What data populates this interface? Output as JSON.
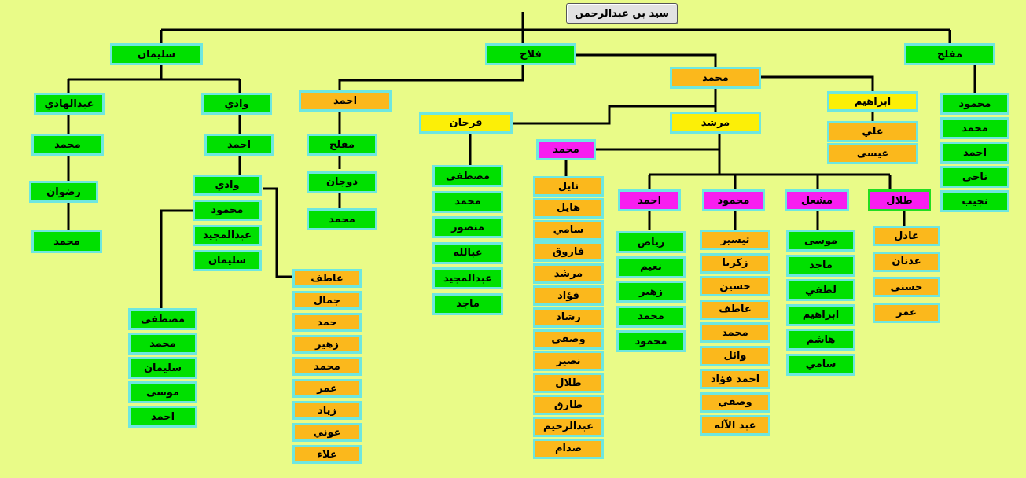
{
  "colors": {
    "background": "#e9fb88",
    "green": "#00e000",
    "orange": "#fbb81c",
    "yellow": "#fcef07",
    "magenta": "#f81df0",
    "border": "#6ee7e0"
  },
  "root": "سيد بن عبدالرحمن",
  "level1": {
    "sulaiman": "سليمان",
    "falah": "فلاح",
    "muflih": "مفلح"
  },
  "sulaiman_branch": {
    "abdulhadi": "عبدالهادي",
    "wadi": "وادي",
    "abdulhadi_line": [
      "محمد",
      "رضوان",
      "محمد"
    ],
    "wadi_son": "احمد",
    "ahmad_sons": [
      "وادي",
      "محمود",
      "عبدالمجيد",
      "سليمان"
    ],
    "mahmoud_sons": [
      "مصطفى",
      "محمد",
      "سليمان",
      "موسى",
      "احمد"
    ],
    "wadi2_sons": [
      "عاطف",
      "جمال",
      "حمد",
      "زهير",
      "محمد",
      "عمر",
      "زياد",
      "عوني",
      "علاء"
    ]
  },
  "falah_branch": {
    "ahmad": "احمد",
    "ahmad_line": [
      "مفلح",
      "دوجان",
      "محمد"
    ],
    "mohammad": "محمد",
    "farhan": "فرحان",
    "murshid": "مرشد",
    "ibrahim": "ابراهيم",
    "farhan_sons": [
      "مصطفى",
      "محمد",
      "منصور",
      "عبالله",
      "عبدالمجيد",
      "ماجد"
    ],
    "ibrahim_sons": [
      "علي",
      "عيسى"
    ],
    "murshid_sons": [
      "محمد",
      "احمد",
      "محمود",
      "مشعل",
      "طلال"
    ],
    "m_sons": [
      "نايل",
      "هايل",
      "سامي",
      "فاروق",
      "مرشد",
      "فؤاد",
      "رشاد",
      "وصفي",
      "نصير",
      "طلال",
      "طارق",
      "عبدالرحيم",
      "صدام"
    ],
    "a_sons": [
      "رياض",
      "نعيم",
      "زهير",
      "محمد",
      "محمود"
    ],
    "mah_sons": [
      "تيسير",
      "زكريا",
      "حسين",
      "عاطف",
      "محمد",
      "وائل",
      "احمد فؤاد",
      "وصفي",
      "عبد الآله"
    ],
    "mash_sons": [
      "موسى",
      "ماجد",
      "لطفي",
      "ابراهيم",
      "هاشم",
      "سامي"
    ],
    "talal_sons": [
      "عادل",
      "عدنان",
      "حسني",
      "عمر"
    ]
  },
  "muflih_sons": [
    "محمود",
    "محمد",
    "احمد",
    "ناجي",
    "نجيب"
  ]
}
